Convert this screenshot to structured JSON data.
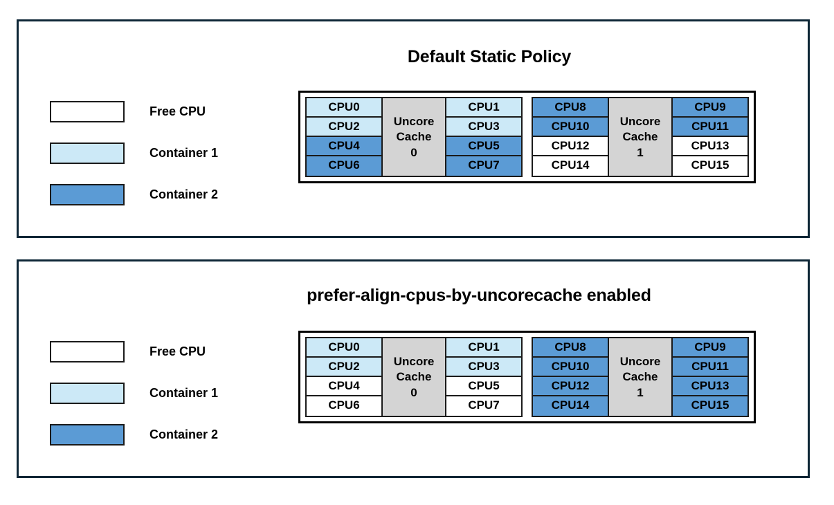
{
  "legend": {
    "items": [
      {
        "label": "Free CPU",
        "color": "#ffffff",
        "key": "free"
      },
      {
        "label": "Container 1",
        "color": "#cce9f7",
        "key": "container1"
      },
      {
        "label": "Container 2",
        "color": "#5b9bd5",
        "key": "container2"
      }
    ]
  },
  "panels": [
    {
      "id": "default-static-policy",
      "title": "Default Static Policy",
      "diagram": {
        "cache_groups": [
          {
            "cache_label_line1": "Uncore",
            "cache_label_line2": "Cache",
            "cache_label_line3": "0",
            "left_column": [
              {
                "label": "CPU0",
                "state": "container1"
              },
              {
                "label": "CPU2",
                "state": "container1"
              },
              {
                "label": "CPU4",
                "state": "container2"
              },
              {
                "label": "CPU6",
                "state": "container2"
              }
            ],
            "right_column": [
              {
                "label": "CPU1",
                "state": "container1"
              },
              {
                "label": "CPU3",
                "state": "container1"
              },
              {
                "label": "CPU5",
                "state": "container2"
              },
              {
                "label": "CPU7",
                "state": "container2"
              }
            ]
          },
          {
            "cache_label_line1": "Uncore",
            "cache_label_line2": "Cache",
            "cache_label_line3": "1",
            "left_column": [
              {
                "label": "CPU8",
                "state": "container2"
              },
              {
                "label": "CPU10",
                "state": "container2"
              },
              {
                "label": "CPU12",
                "state": "free"
              },
              {
                "label": "CPU14",
                "state": "free"
              }
            ],
            "right_column": [
              {
                "label": "CPU9",
                "state": "container2"
              },
              {
                "label": "CPU11",
                "state": "container2"
              },
              {
                "label": "CPU13",
                "state": "free"
              },
              {
                "label": "CPU15",
                "state": "free"
              }
            ]
          }
        ]
      }
    },
    {
      "id": "prefer-align-cpus-by-uncorecache-enabled",
      "title": "prefer-align-cpus-by-uncorecache enabled",
      "diagram": {
        "cache_groups": [
          {
            "cache_label_line1": "Uncore",
            "cache_label_line2": "Cache",
            "cache_label_line3": "0",
            "left_column": [
              {
                "label": "CPU0",
                "state": "container1"
              },
              {
                "label": "CPU2",
                "state": "container1"
              },
              {
                "label": "CPU4",
                "state": "free"
              },
              {
                "label": "CPU6",
                "state": "free"
              }
            ],
            "right_column": [
              {
                "label": "CPU1",
                "state": "container1"
              },
              {
                "label": "CPU3",
                "state": "container1"
              },
              {
                "label": "CPU5",
                "state": "free"
              },
              {
                "label": "CPU7",
                "state": "free"
              }
            ]
          },
          {
            "cache_label_line1": "Uncore",
            "cache_label_line2": "Cache",
            "cache_label_line3": "1",
            "left_column": [
              {
                "label": "CPU8",
                "state": "container2"
              },
              {
                "label": "CPU10",
                "state": "container2"
              },
              {
                "label": "CPU12",
                "state": "container2"
              },
              {
                "label": "CPU14",
                "state": "container2"
              }
            ],
            "right_column": [
              {
                "label": "CPU9",
                "state": "container2"
              },
              {
                "label": "CPU11",
                "state": "container2"
              },
              {
                "label": "CPU13",
                "state": "container2"
              },
              {
                "label": "CPU15",
                "state": "container2"
              }
            ]
          }
        ]
      }
    }
  ],
  "colors": {
    "panel_border": "#0d2636",
    "diagram_border": "#000000",
    "cell_border": "#1a1a1a",
    "free": "#ffffff",
    "container1": "#cce9f7",
    "container2": "#5b9bd5",
    "uncore_cache": "#d4d4d4",
    "text": "#000000"
  }
}
